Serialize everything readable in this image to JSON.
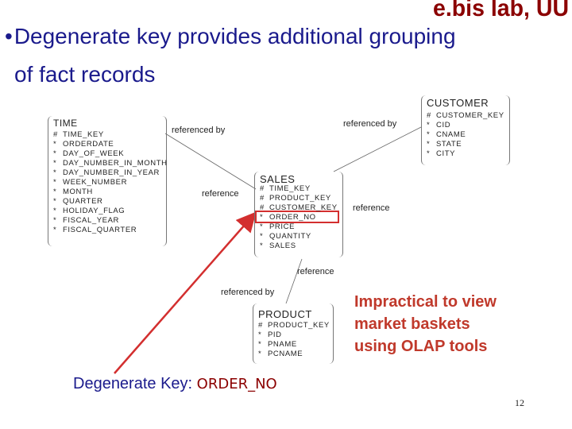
{
  "logo": "e.bis lab, UU",
  "heading": {
    "bullet": "•",
    "line1": "Degenerate key provides additional grouping",
    "line2": "of fact records"
  },
  "diagram": {
    "time": {
      "title": "TIME",
      "attrs": [
        {
          "mark": "#",
          "name": "TIME_KEY"
        },
        {
          "mark": "*",
          "name": "ORDERDATE"
        },
        {
          "mark": "*",
          "name": "DAY_OF_WEEK"
        },
        {
          "mark": "*",
          "name": "DAY_NUMBER_IN_MONTH"
        },
        {
          "mark": "*",
          "name": "DAY_NUMBER_IN_YEAR"
        },
        {
          "mark": "*",
          "name": "WEEK_NUMBER"
        },
        {
          "mark": "*",
          "name": "MONTH"
        },
        {
          "mark": "*",
          "name": "QUARTER"
        },
        {
          "mark": "*",
          "name": "HOLIDAY_FLAG"
        },
        {
          "mark": "*",
          "name": "FISCAL_YEAR"
        },
        {
          "mark": "*",
          "name": "FISCAL_QUARTER"
        }
      ]
    },
    "customer": {
      "title": "CUSTOMER",
      "attrs": [
        {
          "mark": "#",
          "name": "CUSTOMER_KEY"
        },
        {
          "mark": "*",
          "name": "CID"
        },
        {
          "mark": "*",
          "name": "CNAME"
        },
        {
          "mark": "*",
          "name": "STATE"
        },
        {
          "mark": "*",
          "name": "CITY"
        }
      ]
    },
    "sales": {
      "title": "SALES",
      "attrs": [
        {
          "mark": "#",
          "name": "TIME_KEY"
        },
        {
          "mark": "#",
          "name": "PRODUCT_KEY"
        },
        {
          "mark": "#",
          "name": "CUSTOMER_KEY"
        },
        {
          "mark": "*",
          "name": "ORDER_NO"
        },
        {
          "mark": "*",
          "name": "PRICE"
        },
        {
          "mark": "*",
          "name": "QUANTITY"
        },
        {
          "mark": "*",
          "name": "SALES"
        }
      ]
    },
    "product": {
      "title": "PRODUCT",
      "attrs": [
        {
          "mark": "#",
          "name": "PRODUCT_KEY"
        },
        {
          "mark": "*",
          "name": "PID"
        },
        {
          "mark": "*",
          "name": "PNAME"
        },
        {
          "mark": "*",
          "name": "PCNAME"
        }
      ]
    },
    "relations": {
      "time_referenced_by": "referenced by",
      "customer_referenced_by": "referenced by",
      "time_reference": "reference",
      "customer_reference": "reference",
      "product_reference": "reference",
      "product_referenced_by": "referenced by"
    }
  },
  "callout": {
    "line1": "Impractical to view",
    "line2": "market baskets",
    "line3": "using OLAP tools"
  },
  "footer": {
    "label": "Degenerate Key: ",
    "value": "ORDER_NO"
  },
  "page_number": "12",
  "colors": {
    "heading": "#1a1a8c",
    "logo": "#8b0000",
    "callout": "#c0392b",
    "highlight": "#d32f2f"
  }
}
